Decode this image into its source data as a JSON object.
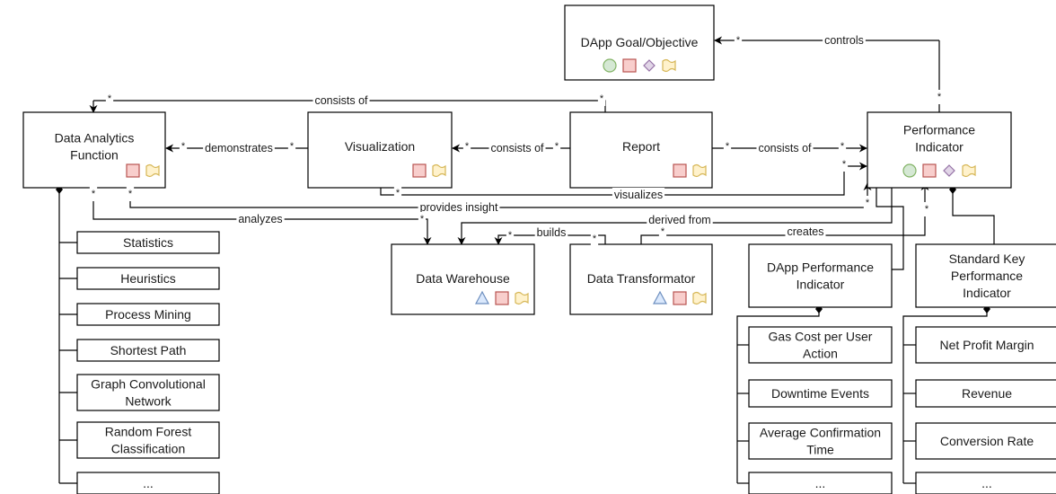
{
  "boxes": {
    "goal": {
      "lines": [
        "DApp Goal/Objective"
      ],
      "icons": [
        "circle",
        "square",
        "diamond",
        "wave"
      ]
    },
    "daf": {
      "lines": [
        "Data Analytics",
        "Function"
      ],
      "icons": [
        "square",
        "wave"
      ]
    },
    "vis": {
      "lines": [
        "Visualization"
      ],
      "icons": [
        "square",
        "wave"
      ]
    },
    "report": {
      "lines": [
        "Report"
      ],
      "icons": [
        "square",
        "wave"
      ]
    },
    "pi": {
      "lines": [
        "Performance",
        "Indicator"
      ],
      "icons": [
        "circle",
        "square",
        "diamond",
        "wave"
      ]
    },
    "dw": {
      "lines": [
        "Data Warehouse"
      ],
      "icons": [
        "triangle",
        "square",
        "wave"
      ]
    },
    "dt": {
      "lines": [
        "Data Transformator"
      ],
      "icons": [
        "triangle",
        "square",
        "wave"
      ]
    },
    "dpi": {
      "lines": [
        "DApp Performance",
        "Indicator"
      ],
      "icons": []
    },
    "skpi": {
      "lines": [
        "Standard Key",
        "Performance",
        "Indicator"
      ],
      "icons": []
    }
  },
  "analytics_functions": [
    [
      "Statistics"
    ],
    [
      "Heuristics"
    ],
    [
      "Process Mining"
    ],
    [
      "Shortest Path"
    ],
    [
      "Graph Convolutional",
      "Network"
    ],
    [
      "Random Forest",
      "Classification"
    ],
    [
      "..."
    ]
  ],
  "dapp_indicators": [
    [
      "Gas Cost per User",
      "Action"
    ],
    [
      "Downtime Events"
    ],
    [
      "Average Confirmation",
      "Time"
    ],
    [
      "..."
    ]
  ],
  "standard_indicators": [
    [
      "Net Profit Margin"
    ],
    [
      "Revenue"
    ],
    [
      "Conversion Rate"
    ],
    [
      "..."
    ]
  ],
  "relations": {
    "controls": "controls",
    "consists_of": "consists of",
    "demonstrates": "demonstrates",
    "visualizes": "visualizes",
    "provides_insight": "provides insight",
    "analyzes": "analyzes",
    "derived_from": "derived from",
    "builds": "builds",
    "creates": "creates"
  },
  "multiplicity": "*",
  "icon_colors": {
    "circle": {
      "fill": "#d5e8d4",
      "stroke": "#82b366"
    },
    "square": {
      "fill": "#f8cecc",
      "stroke": "#b85450"
    },
    "diamond": {
      "fill": "#e1d5e7",
      "stroke": "#9673a6"
    },
    "wave": {
      "fill": "#fff2cc",
      "stroke": "#d6b656"
    },
    "triangle": {
      "fill": "#dae8fc",
      "stroke": "#6c8ebf"
    }
  }
}
